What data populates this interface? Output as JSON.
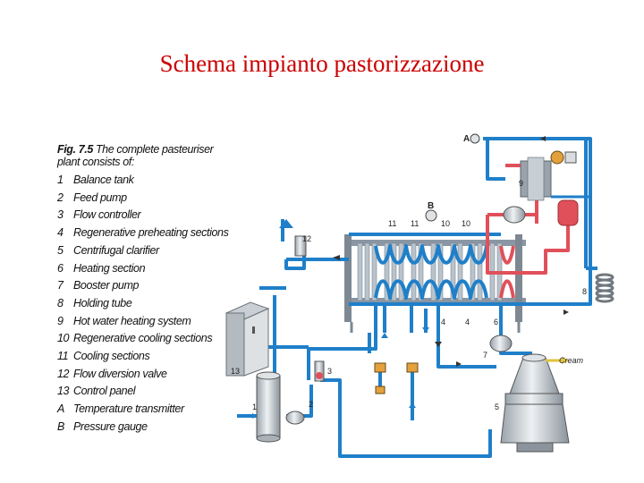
{
  "slide": {
    "title": "Schema impianto pastorizzazione"
  },
  "legend": {
    "figure_ref": "Fig. 7.5",
    "caption_rest": " The complete pasteuriser plant consists of:",
    "items": [
      {
        "key": "1",
        "label": "Balance tank"
      },
      {
        "key": "2",
        "label": "Feed pump"
      },
      {
        "key": "3",
        "label": "Flow controller"
      },
      {
        "key": "4",
        "label": "Regenerative preheating sections"
      },
      {
        "key": "5",
        "label": "Centrifugal clarifier"
      },
      {
        "key": "6",
        "label": "Heating section"
      },
      {
        "key": "7",
        "label": "Booster pump"
      },
      {
        "key": "8",
        "label": "Holding  tube"
      },
      {
        "key": "9",
        "label": "Hot water heating system"
      },
      {
        "key": "10",
        "label": "Regenerative cooling sections"
      },
      {
        "key": "11",
        "label": "Cooling sections"
      },
      {
        "key": "12",
        "label": "Flow diversion valve"
      },
      {
        "key": "13",
        "label": "Control panel"
      },
      {
        "key": "A",
        "label": "Temperature transmitter"
      },
      {
        "key": "B",
        "label": "Pressure gauge"
      }
    ]
  },
  "diagram": {
    "labels": {
      "n1": "1",
      "n2": "2",
      "n3": "3",
      "n4a": "4",
      "n4b": "4",
      "n5": "5",
      "n6": "6",
      "n7": "7",
      "n8": "8",
      "n9": "9",
      "n10a": "10",
      "n10b": "10",
      "n11a": "11",
      "n11b": "11",
      "n12": "12",
      "n13": "13",
      "nA": "A",
      "nB": "B",
      "cream": "Cream"
    },
    "colors": {
      "cold_pipe": "#1f7fc9",
      "hot_pipe": "#e0505a",
      "frame": "#8a96a3",
      "plate": "#b9c3cc",
      "title": "#cc0000"
    }
  }
}
